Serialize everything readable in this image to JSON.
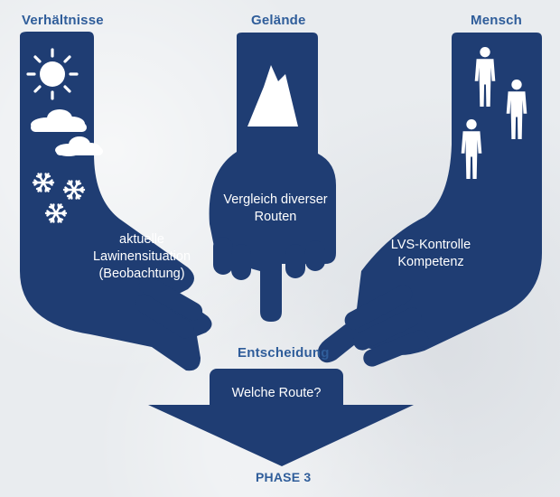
{
  "headers": {
    "left": "Verhältnisse",
    "middle": "Gelände",
    "right": "Mensch",
    "decision": "Entscheidung",
    "phase": "PHASE 3"
  },
  "hands": {
    "left": {
      "lines": [
        "aktuelle",
        "Lawinensituation",
        "(Beobachtung)"
      ],
      "icons": [
        "sun-icon",
        "cloud-icon",
        "snowflake-icon"
      ]
    },
    "middle": {
      "lines": [
        "Vergleich diverser",
        "Routen"
      ],
      "icons": [
        "mountain-icon"
      ]
    },
    "right": {
      "lines": [
        "LVS-Kontrolle",
        "Kompetenz"
      ],
      "icons": [
        "person-icon"
      ]
    }
  },
  "arrow": {
    "question": "Welche Route?"
  },
  "colors": {
    "navy": "#1f3d73",
    "heading": "#2f5d9a",
    "background": "#e9ecef"
  }
}
